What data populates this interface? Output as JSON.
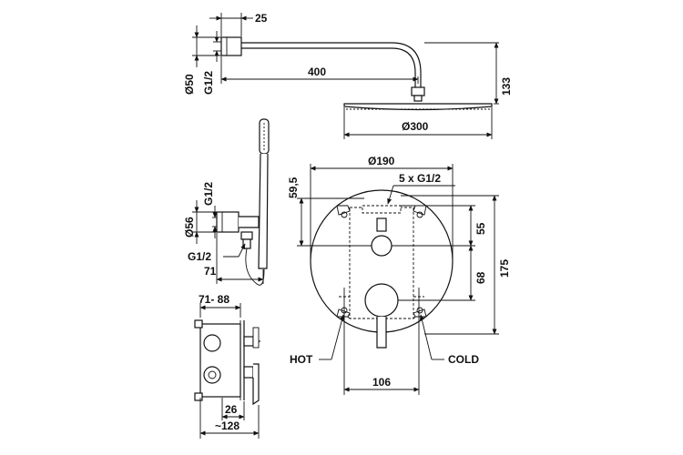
{
  "labels": {
    "dim_25": "25",
    "dim_400": "400",
    "dim_133": "133",
    "dim_d300": "Ø300",
    "dim_d50": "Ø50",
    "dim_g12_arm": "G1/2",
    "dim_g12_holder": "G1/2",
    "dim_d56": "Ø56",
    "dim_g12_hose": "G1/2",
    "dim_71": "71",
    "dim_71_88": "71- 88",
    "dim_26": "26",
    "dim_128": "~128",
    "dim_d190": "Ø190",
    "dim_5xg12": "5 x G1/2",
    "dim_59_5": "59,5",
    "dim_55": "55",
    "dim_68": "68",
    "dim_175": "175",
    "dim_106": "106",
    "hot": "HOT",
    "cold": "COLD"
  },
  "colors": {
    "line": "#111111",
    "background": "#ffffff"
  }
}
